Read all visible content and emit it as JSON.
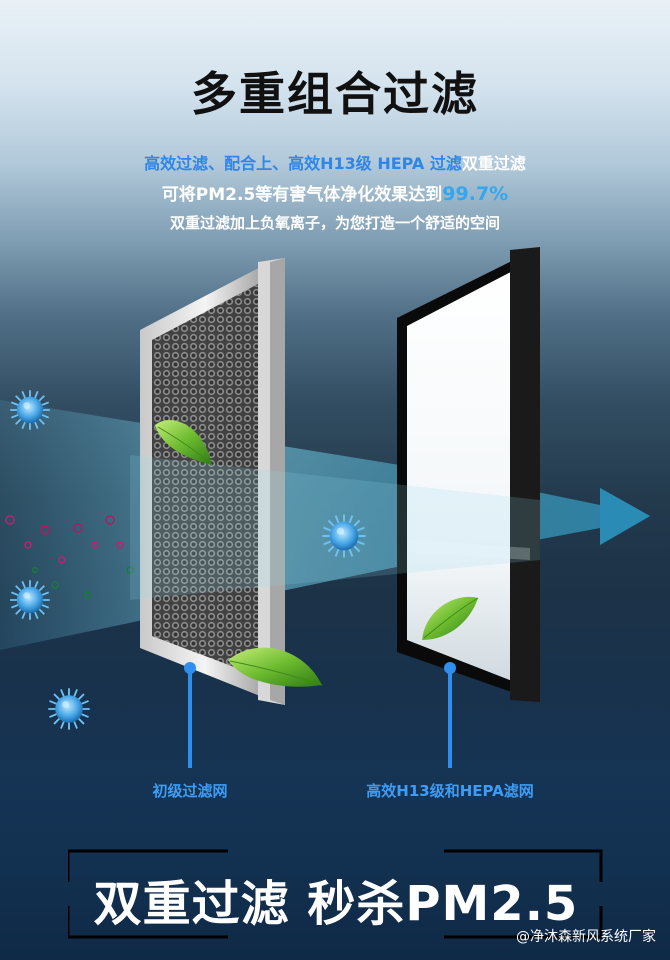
{
  "title": "多重组合过滤",
  "description": {
    "line1_part1": "高效过滤、配合上、高效H13级 HEPA 过滤",
    "line1_part2": "双重过滤",
    "line2_part1": "可将PM2.5等有害气体净化效果达到",
    "line2_part2": "99.7%",
    "line3": "双重过滤加上负氧离子，为您打造一个舒适的空间"
  },
  "labels": {
    "primary_filter": "初级过滤网",
    "hepa_filter": "高效H13级和HEPA滤网"
  },
  "slogan": "双重过滤 秒杀PM2.5",
  "watermark": "@净沐森新风系统厂家",
  "colors": {
    "accent_blue": "#2f86e6",
    "label_blue": "#3e9cf5",
    "virus_blue": "#4aa8e8"
  },
  "icons": [
    "virus-icon",
    "leaf-icon",
    "arrow-right-icon"
  ]
}
